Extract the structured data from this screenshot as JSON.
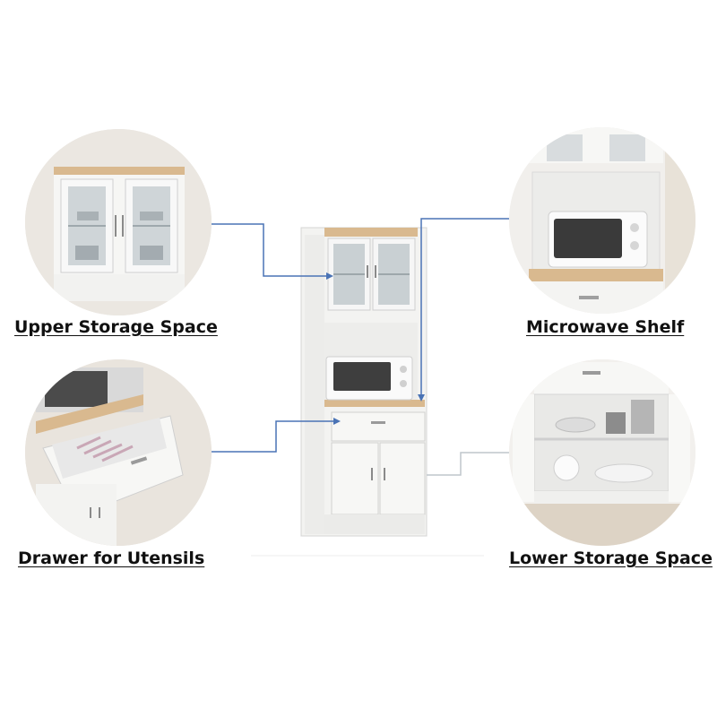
{
  "labels": {
    "upper": "Upper Storage Space",
    "microwave": "Microwave Shelf",
    "drawer": "Drawer for Utensils",
    "lower": "Lower Storage Space"
  },
  "colors": {
    "cabinet_white": "#f4f4f2",
    "wood_top": "#d9b98f",
    "connector_blue": "#4a73b5",
    "label_text": "#111111"
  }
}
